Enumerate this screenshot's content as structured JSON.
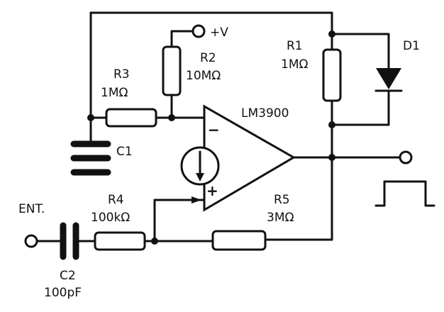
{
  "diagram": {
    "supply_label": "+V",
    "opamp": {
      "label": "LM3900",
      "minus": "−",
      "plus": "+"
    },
    "components": {
      "r1": {
        "name": "R1",
        "value": "1MΩ"
      },
      "r2": {
        "name": "R2",
        "value": "10MΩ"
      },
      "r3": {
        "name": "R3",
        "value": "1MΩ"
      },
      "r4": {
        "name": "R4",
        "value": "100kΩ"
      },
      "r5": {
        "name": "R5",
        "value": "3MΩ"
      },
      "c1": {
        "name": "C1"
      },
      "c2": {
        "name": "C2",
        "value": "100pF"
      },
      "d1": {
        "name": "D1"
      }
    },
    "input_label": "ENT."
  }
}
